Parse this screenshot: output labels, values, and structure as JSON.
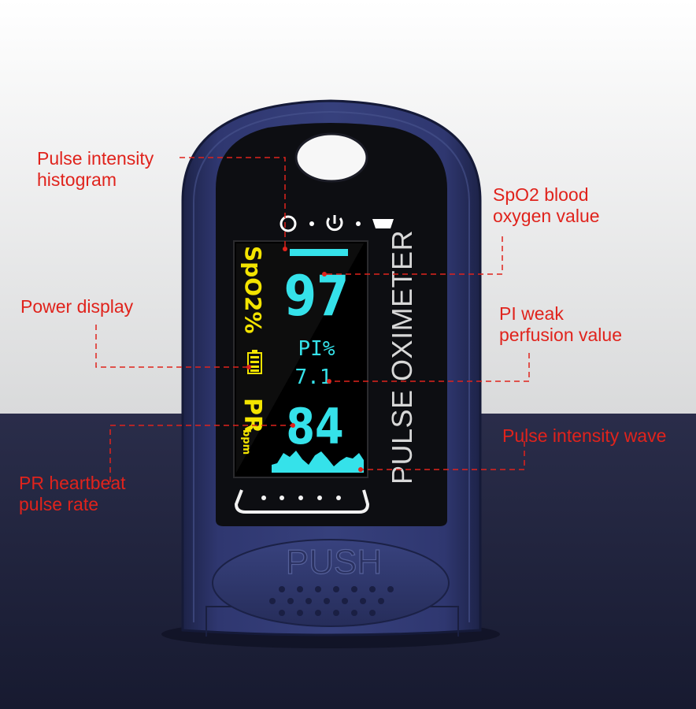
{
  "device": {
    "brand_text": "PULSE OXIMETER",
    "push_text": "PUSH"
  },
  "screen": {
    "spo2_label": "SpO2%",
    "spo2_value": "97",
    "pi_label": "PI%",
    "pi_value": "7.1",
    "pr_label": "PR",
    "pr_unit": "bpm",
    "pr_value": "84",
    "battery_level": 1.0
  },
  "annotations": {
    "pulse_histogram": "Pulse intensity\nhistogram",
    "spo2": "SpO2 blood\noxygen value",
    "power": "Power display",
    "pi": "PI weak\nperfusion value",
    "wave": "Pulse intensity wave",
    "pr": "PR heartbeat\npulse rate"
  },
  "colors": {
    "annotation": "#e0231c",
    "yellow": "#f3e400",
    "cyan": "#35e2ea",
    "body": "#2c3364"
  },
  "icons": [
    "power-icon",
    "indicator-dot-icon",
    "battery-icon",
    "button-hole-icon"
  ]
}
